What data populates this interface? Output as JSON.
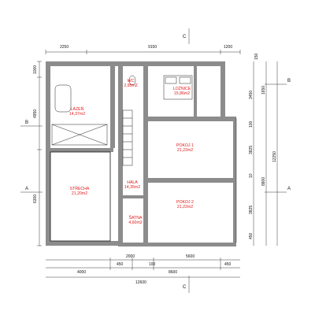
{
  "rooms": [
    {
      "name": "WC",
      "area": "2,95m2"
    },
    {
      "name": "LOŽNICE",
      "area": "15,86m2"
    },
    {
      "name": "LÁZEŇ",
      "area": "14,37m2"
    },
    {
      "name": "POKOJ 1",
      "area": "21,22m2"
    },
    {
      "name": "STŘECHA",
      "area": "21,20m2"
    },
    {
      "name": "HALA",
      "area": "14,35m2"
    },
    {
      "name": "POKOJ 2",
      "area": "21,22m2"
    },
    {
      "name": "ŠATNA",
      "area": "4,60m2"
    }
  ],
  "dims_top": [
    "2250",
    "9150",
    "1200"
  ],
  "dims_top_right": "150",
  "dims_left": [
    "1000",
    "4950",
    "6300"
  ],
  "dims_right": [
    "3450",
    "1650",
    "100",
    "3825",
    "3825",
    "450",
    "10",
    "8800",
    "12250"
  ],
  "dims_bottom": [
    "2000",
    "5600",
    "450",
    "100",
    "8600",
    "450",
    "4000",
    "12600"
  ],
  "section_marks": [
    "C",
    "C",
    "B",
    "B",
    "A",
    "A"
  ]
}
